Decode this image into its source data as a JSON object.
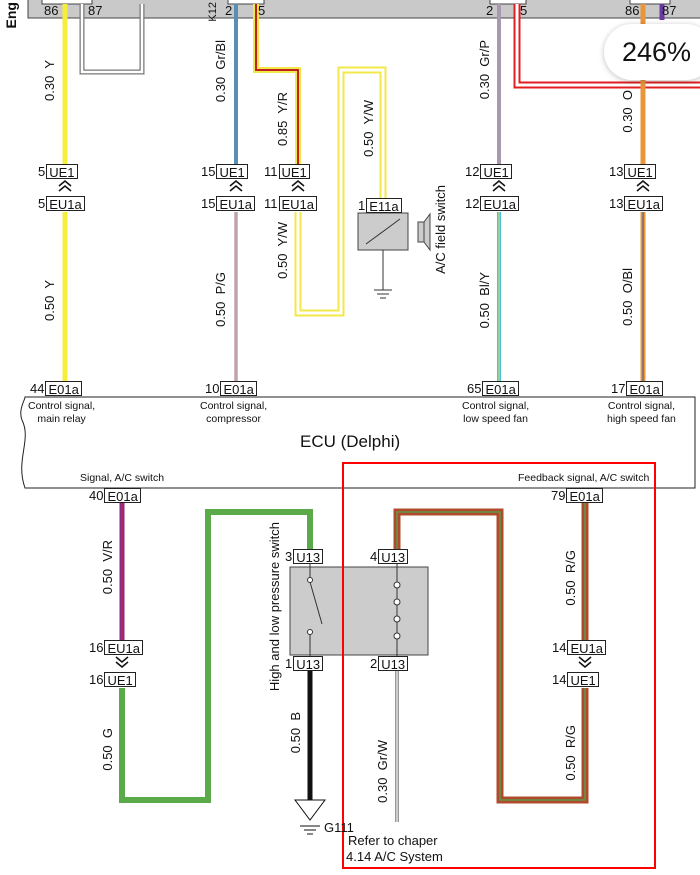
{
  "header_bar": {
    "label": "Eng",
    "pins": [
      "86",
      "87",
      "K12",
      "2",
      "5",
      "2",
      "5",
      "86",
      "87"
    ]
  },
  "zoom_indicator": "246%",
  "wires_upper": [
    "0.30  Y",
    "0.30  Gr/Bl",
    "0.85  Y/R",
    "0.50  Y/W",
    "0.30  Gr/P",
    "0.30  O"
  ],
  "wires_middle": [
    "0.50  Y",
    "0.50  P/G",
    "0.50  Y/W",
    "0.50  Bl/Y",
    "0.50  O/Bl"
  ],
  "inline_connectors": {
    "ue1": "UE1",
    "eu1a": "EU1a",
    "pins": [
      "5",
      "15",
      "11",
      "12",
      "13"
    ]
  },
  "field_switch": {
    "connector": "E11a",
    "pin": "1",
    "label": "A/C field switch"
  },
  "ecu": {
    "title": "ECU (Delphi)",
    "connector": "E01a",
    "top_pins": [
      {
        "pin": "44",
        "label": "Control signal,\nmain relay"
      },
      {
        "pin": "10",
        "label": "Control signal,\ncompressor"
      },
      {
        "pin": "65",
        "label": "Control signal,\nlow speed fan"
      },
      {
        "pin": "17",
        "label": "Control signal,\nhigh speed fan"
      }
    ],
    "bottom_pins": [
      {
        "pin": "40",
        "label": "Signal, A/C switch"
      },
      {
        "pin": "79",
        "label": "Feedback signal, A/C switch"
      }
    ]
  },
  "wires_lower": [
    "0.50  V/R",
    "0.50  G",
    "0.50  B",
    "0.30  Gr/W",
    "0.50  R/G",
    "0.50  R/G"
  ],
  "lower_connectors": {
    "eu1a": "EU1a",
    "ue1": "UE1",
    "pins": [
      "16",
      "14"
    ]
  },
  "pressure_switch": {
    "label": "High and low pressure switch",
    "connector": "U13",
    "pins": [
      "3",
      "4",
      "1",
      "2"
    ]
  },
  "ground": "G111",
  "note": {
    "line1": "Refer to chaper",
    "line2": "4.14 A/C System"
  },
  "colors": {
    "highlight": "#ff0000",
    "yellow": "#f5e63a",
    "green": "#5aaa4a",
    "brown": "#b04a2a"
  }
}
